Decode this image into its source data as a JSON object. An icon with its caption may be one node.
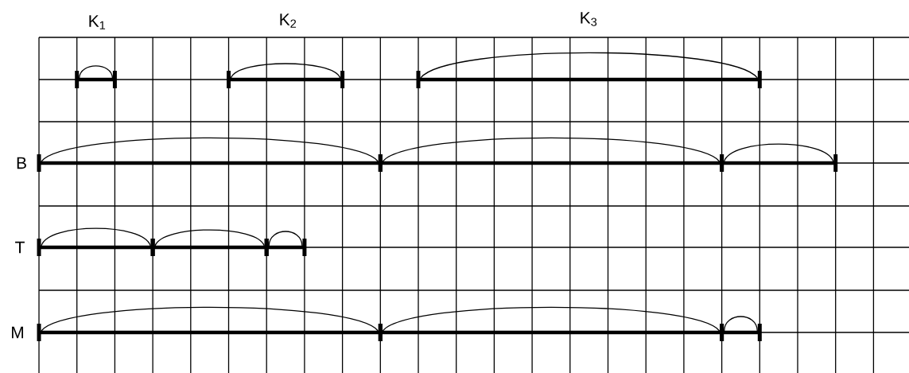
{
  "diagram": {
    "labels": [
      "K$_{1}$",
      "K$_{2}$",
      "K$_{3}$",
      "B",
      "T",
      "M"
    ]
  }
}
